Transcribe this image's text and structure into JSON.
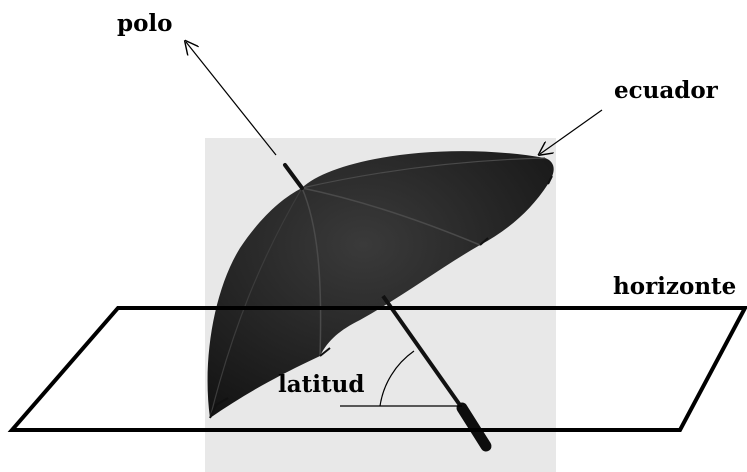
{
  "labels": {
    "pole": "polo",
    "equator": "ecuador",
    "horizon": "horizonte",
    "latitude": "latitud"
  },
  "colors": {
    "background": "#ffffff",
    "photo_background": "#e8e8e8",
    "canopy": "#1c1c1c",
    "lines": "#000000"
  }
}
